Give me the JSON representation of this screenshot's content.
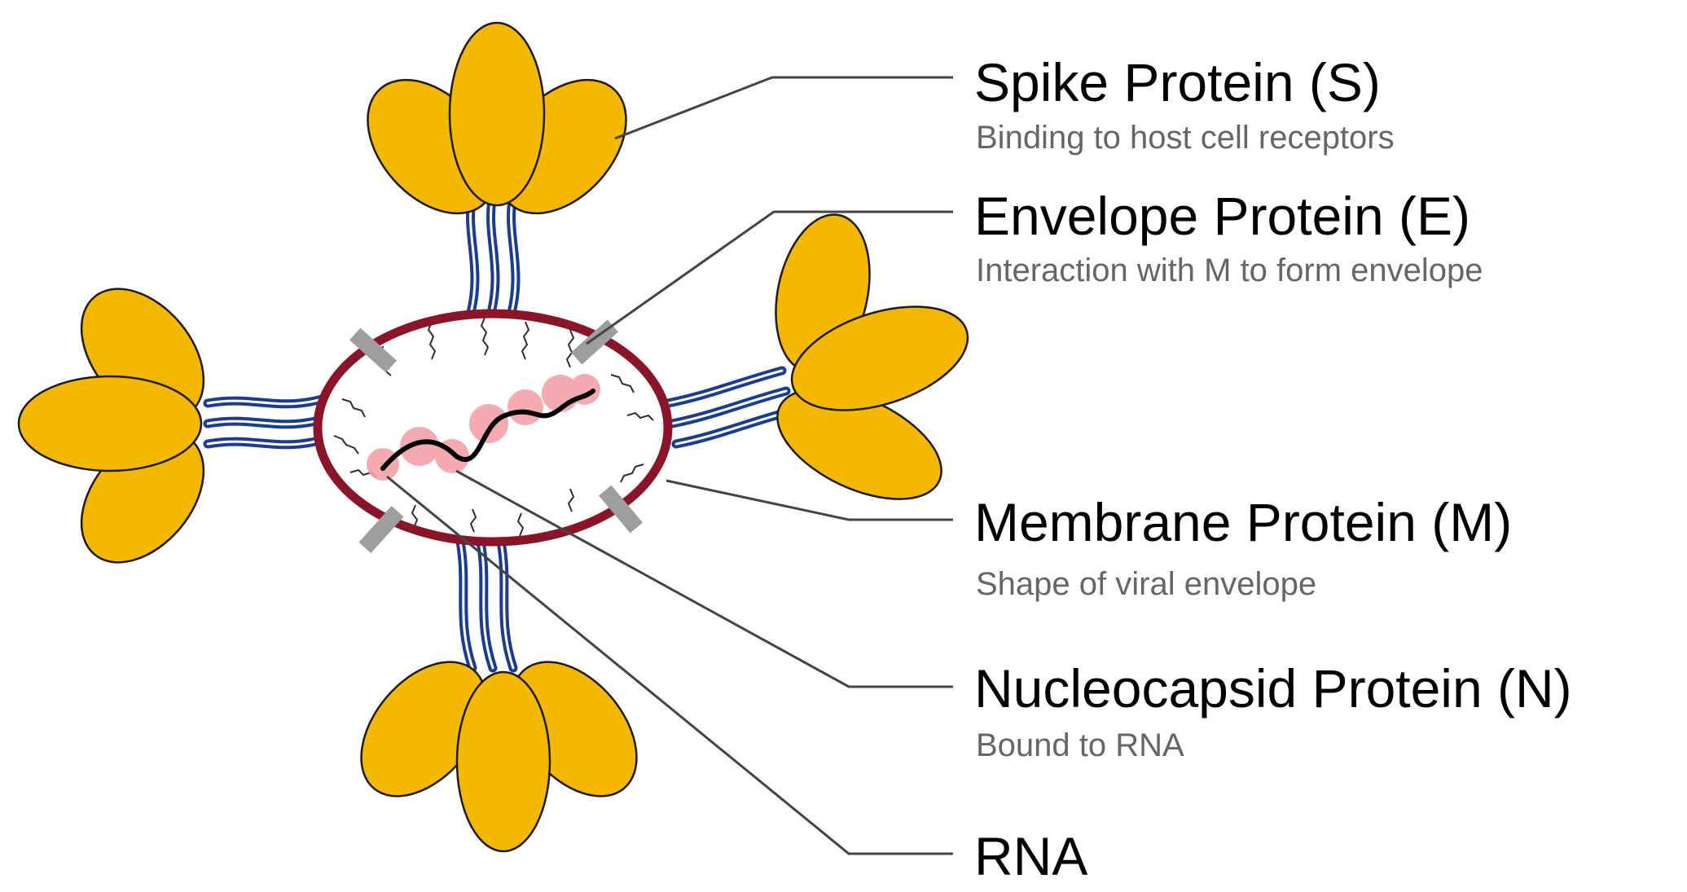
{
  "labels": {
    "spike": {
      "title": "Spike Protein (S)",
      "desc": "Binding to host cell receptors"
    },
    "envelope": {
      "title": "Envelope Protein (E)",
      "desc": "Interaction with M to form envelope"
    },
    "membrane": {
      "title": "Membrane Protein (M)",
      "desc": "Shape of viral envelope"
    },
    "nucleocapsid": {
      "title": "Nucleocapsid Protein (N)",
      "desc": "Bound to RNA"
    },
    "rna": {
      "title": "RNA"
    }
  },
  "colors": {
    "spike_fill": "#f5b800",
    "stalk_blue": "#1a3d8f",
    "membrane_ring": "#8b1528",
    "envelope_gray": "#9e9e9e",
    "nucleocapsid_pink": "#f4a0a8",
    "rna_black": "#000000",
    "leader_line": "#444444",
    "desc_gray": "#666666"
  }
}
